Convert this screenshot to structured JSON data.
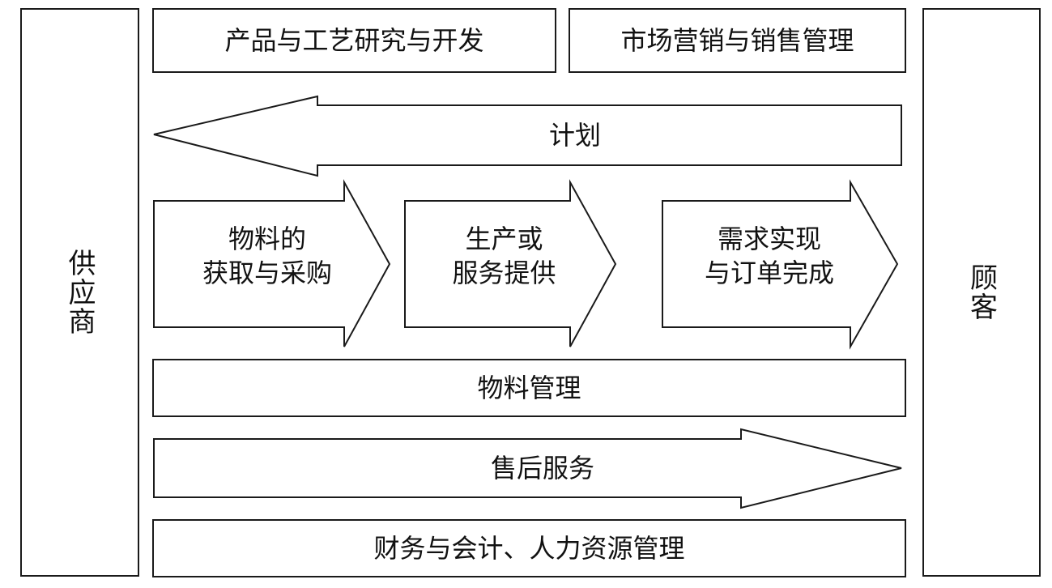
{
  "left": {
    "label": "供应商"
  },
  "right": {
    "label": "顾客"
  },
  "top": {
    "rd": "产品与工艺研究与开发",
    "marketing": "市场营销与销售管理"
  },
  "plan": {
    "label": "计划"
  },
  "flow": [
    {
      "line1": "物料的",
      "line2": "获取与采购"
    },
    {
      "line1": "生产或",
      "line2": "服务提供"
    },
    {
      "line1": "需求实现",
      "line2": "与订单完成"
    }
  ],
  "material": {
    "label": "物料管理"
  },
  "aftersales": {
    "label": "售后服务"
  },
  "finance": {
    "label": "财务与会计、人力资源管理"
  },
  "colors": {
    "stroke": "#1a1a1a",
    "fill": "#ffffff",
    "text": "#111111"
  }
}
